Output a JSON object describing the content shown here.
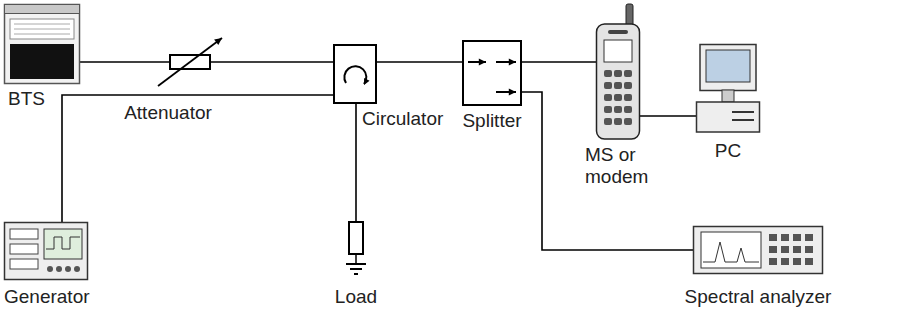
{
  "diagram": {
    "nodes": [
      {
        "text": [
          "BTS"
        ]
      },
      {
        "text": [
          "Attenuator"
        ]
      },
      {
        "text": [
          "Circulator"
        ]
      },
      {
        "text": [
          "Splitter"
        ]
      },
      {
        "text": [
          "MS or modem"
        ]
      },
      {
        "text": [
          "PC"
        ]
      },
      {
        "text": [
          "Generator"
        ]
      },
      {
        "text": [
          "Load"
        ]
      },
      {
        "text": [
          "Spectral analyzer"
        ]
      }
    ],
    "edges": [
      {
        "from": 0,
        "to": 1,
        "arrow": "none"
      },
      {
        "from": 1,
        "to": 2,
        "arrow": "none"
      },
      {
        "from": 6,
        "to": 2,
        "arrow": "none"
      },
      {
        "from": 2,
        "to": 7,
        "arrow": "none"
      },
      {
        "from": 2,
        "to": 3,
        "arrow": "none"
      },
      {
        "from": 3,
        "to": 4,
        "arrow": "none"
      },
      {
        "from": 3,
        "to": 8,
        "arrow": "none"
      },
      {
        "from": 4,
        "to": 5,
        "arrow": "none"
      }
    ]
  }
}
